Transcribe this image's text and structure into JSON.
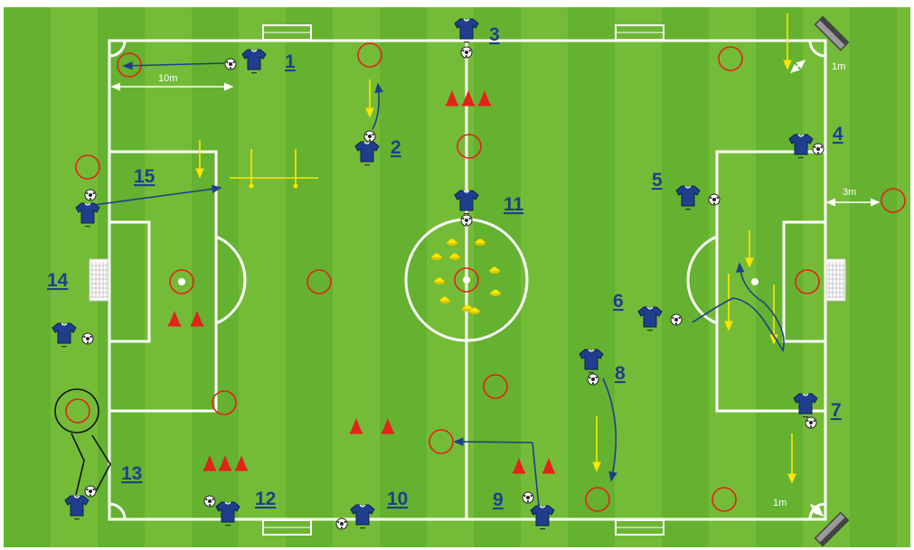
{
  "diagram": {
    "colors": {
      "grass_dark": "#5fae2c",
      "grass_light": "#7cc13a",
      "lines": "#ffffff",
      "player": "#1f3f8c",
      "number": "#1f3f8c",
      "ring": "#e2231a",
      "cone_red": "#e2231a",
      "cone_yellow": "#ffe600",
      "run_yellow": "#ffe600",
      "pass_blue": "#1f3f8c"
    },
    "stations": [
      "1",
      "2",
      "3",
      "4",
      "5",
      "6",
      "7",
      "8",
      "9",
      "10",
      "11",
      "12",
      "13",
      "14",
      "15"
    ],
    "measurements": {
      "ten_m": "10m",
      "three_m": "3m",
      "one_m_top": "1m",
      "one_m_bottom": "1m"
    }
  }
}
